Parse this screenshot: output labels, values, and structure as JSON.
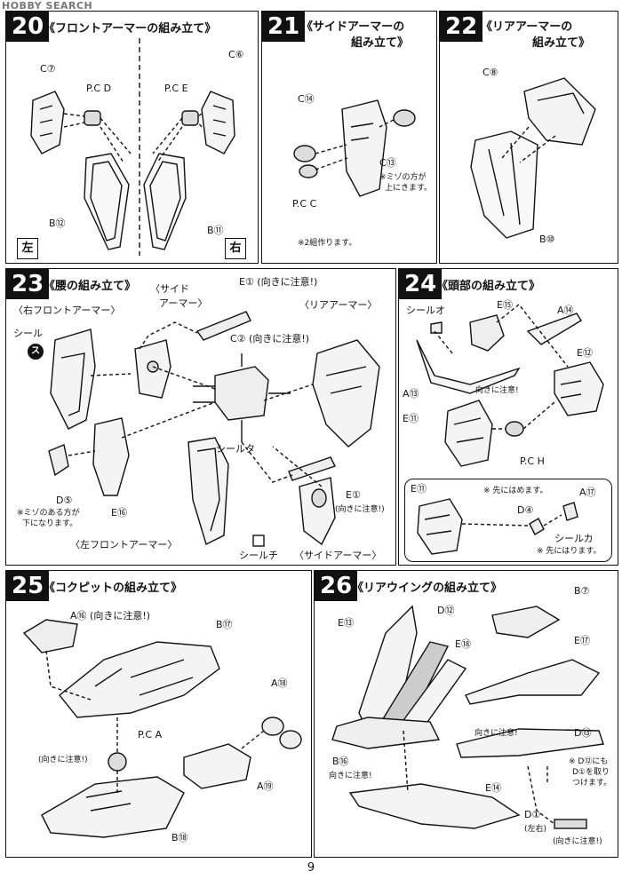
{
  "watermark": "HOBBY SEARCH",
  "page_number": "9",
  "steps": {
    "s20": {
      "num": "20",
      "title": "《フロントアーマーの組み立て》",
      "labels": {
        "c7": "C⑦",
        "pcd": "P.C D",
        "pce": "P.C E",
        "c6": "C⑥",
        "b12": "B⑫",
        "b11": "B⑪",
        "left": "左",
        "right": "右"
      }
    },
    "s21": {
      "num": "21",
      "title": "《サイドアーマーの",
      "title2": "組み立て》",
      "labels": {
        "c14": "C⑭",
        "c13": "C⑬",
        "pcc": "P.C C",
        "note1": "※ミゾの方が",
        "note2": "上にきます。",
        "note3": "※2組作ります。"
      }
    },
    "s22": {
      "num": "22",
      "title": "《リアアーマーの",
      "title2": "組み立て》",
      "labels": {
        "c8": "C⑧",
        "b10": "B⑩"
      }
    },
    "s23": {
      "num": "23",
      "title": "《腰の組み立て》",
      "labels": {
        "side1": "〈サイド",
        "side2": "アーマー〉",
        "e1a": "E① (向きに注意!)",
        "right_front": "〈右フロントアーマー〉",
        "rear": "〈リアアーマー〉",
        "seal_su_1": "シール",
        "seal_su_2": "ス",
        "c2": "C② (向きに注意!)",
        "seal_ta": "シールタ",
        "e1b": "E①",
        "e1b_note": "(向きに注意!)",
        "d5": "D⑤",
        "e16": "E⑯",
        "note1": "※ミゾのある方が",
        "note2": "下になります。",
        "left_front": "〈左フロントアーマー〉",
        "seal_chi": "シールチ",
        "side_armor": "〈サイドアーマー〉"
      }
    },
    "s24": {
      "num": "24",
      "title": "《頭部の組み立て》",
      "labels": {
        "seal_o": "シールオ",
        "e15": "E⑮",
        "a14": "A⑭",
        "e12": "E⑫",
        "a13": "A⑬",
        "caution": "向きに注意!",
        "e11": "E⑪",
        "pch": "P.C H",
        "e11b": "E⑪",
        "note_first": "※ 先にはめます。",
        "d4": "D④",
        "a17": "A⑰",
        "seal_ka": "シールカ",
        "note_paste": "※ 先にはります。"
      }
    },
    "s25": {
      "num": "25",
      "title": "《コクピットの組み立て》",
      "labels": {
        "a16": "A⑯ (向きに注意!)",
        "b17": "B⑰",
        "a18": "A⑱",
        "pca": "P.C A",
        "caution": "(向きに注意!)",
        "a19": "A⑲",
        "b18": "B⑱"
      }
    },
    "s26": {
      "num": "26",
      "title": "《リアウイングの組み立て》",
      "labels": {
        "b7": "B⑦",
        "e13": "E⑬",
        "d12": "D⑫",
        "e18": "E⑱",
        "e17": "E⑰",
        "caution1": "向きに注意!",
        "d13": "D⑬",
        "b16": "B⑯",
        "caution2": "向きに注意!",
        "note1": "※ D⑫にも",
        "note2": "D①を取り",
        "note3": "つけます。",
        "e14": "E⑭",
        "d1": "D①",
        "lr": "(左右)",
        "caution3": "(向きに注意!)"
      }
    }
  }
}
